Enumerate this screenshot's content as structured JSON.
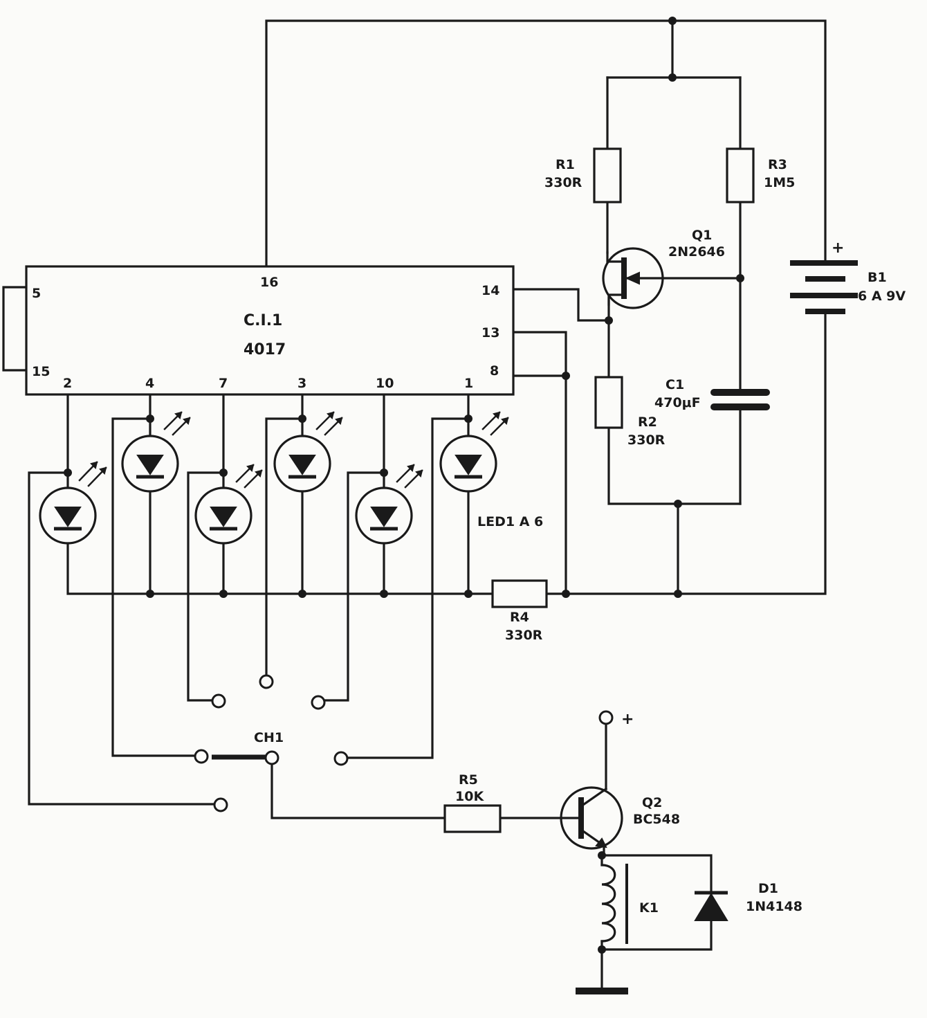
{
  "ic": {
    "ref": "C.I.1",
    "part": "4017",
    "pins": {
      "p16": "16",
      "p5": "5",
      "p15": "15",
      "p14": "14",
      "p13": "13",
      "p8": "8",
      "p2": "2",
      "p4": "4",
      "p7": "7",
      "p3": "3",
      "p10": "10",
      "p1": "1"
    }
  },
  "components": {
    "r1": {
      "ref": "R1",
      "value": "330R"
    },
    "r2": {
      "ref": "R2",
      "value": "330R"
    },
    "r3": {
      "ref": "R3",
      "value": "1M5"
    },
    "r4": {
      "ref": "R4",
      "value": "330R"
    },
    "r5": {
      "ref": "R5",
      "value": "10K"
    },
    "c1": {
      "ref": "C1",
      "value": "470μF"
    },
    "q1": {
      "ref": "Q1",
      "value": "2N2646"
    },
    "q2": {
      "ref": "Q2",
      "value": "BC548"
    },
    "b1": {
      "ref": "B1",
      "value": "6 A 9V",
      "plus": "+"
    },
    "d1": {
      "ref": "D1",
      "value": "1N4148"
    },
    "k1": {
      "ref": "K1"
    },
    "leds": {
      "label": "LED1 A 6"
    },
    "ch1": {
      "ref": "CH1"
    },
    "supply": {
      "plus": "+"
    }
  }
}
